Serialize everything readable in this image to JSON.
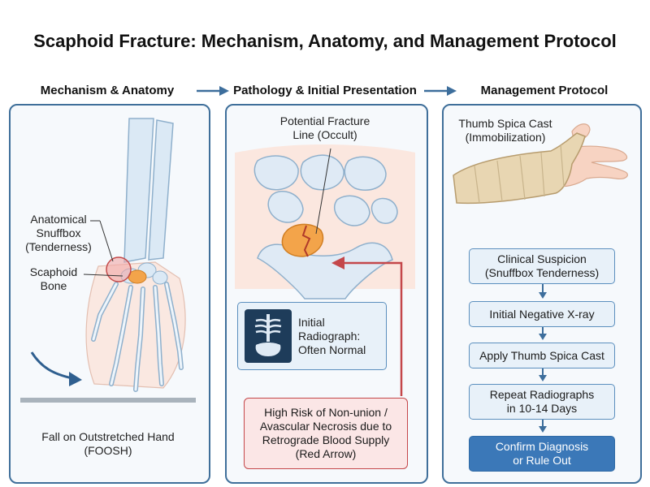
{
  "title": "Scaphoid Fracture: Mechanism, Anatomy, and Management Protocol",
  "columns": [
    {
      "heading": "Mechanism & Anatomy"
    },
    {
      "heading": "Pathology & Initial Presentation"
    },
    {
      "heading": "Management Protocol"
    }
  ],
  "panel1": {
    "snuffbox_label": "Anatomical\nSnuffbox\n(Tenderness)",
    "scaphoid_label": "Scaphoid\nBone",
    "foosh_label": "Fall on Outstretched Hand\n(FOOSH)"
  },
  "panel2": {
    "fracture_label": "Potential Fracture\nLine (Occult)",
    "xray_label": "Initial\nRadiograph:\nOften Normal",
    "risk_label": "High Risk of Non-union /\nAvascular Necrosis due to\nRetrograde Blood Supply\n(Red Arrow)"
  },
  "panel3": {
    "cast_label": "Thumb Spica Cast\n(Immobilization)",
    "steps": [
      "Clinical Suspicion\n(Snuffbox Tenderness)",
      "Initial Negative X-ray",
      "Apply Thumb Spica Cast",
      "Repeat Radiographs\nin 10-14 Days",
      "Confirm Diagnosis\nor Rule Out"
    ]
  },
  "colors": {
    "panel_border": "#3f6f9a",
    "arrow_blue": "#3d6e9c",
    "step_fill": "#e8f1f9",
    "final_step_fill": "#3b78b8",
    "risk_red": "#c4474a",
    "fracture_orange": "#f3a44a"
  }
}
